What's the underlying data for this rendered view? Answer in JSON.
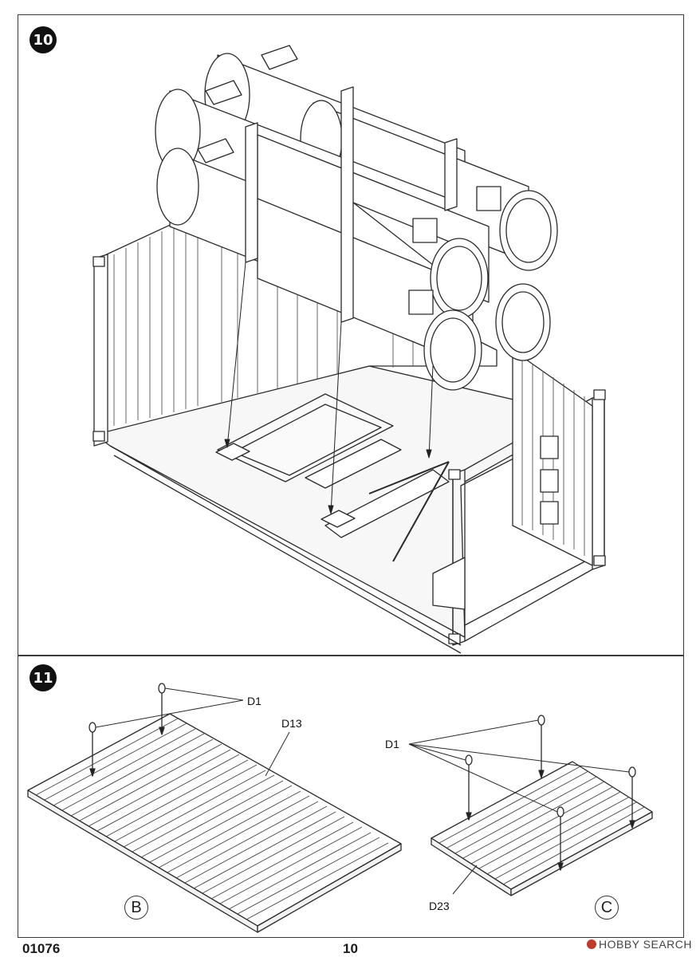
{
  "step10": {
    "number": "10"
  },
  "step11": {
    "number": "11",
    "left": {
      "part_pins": "D1",
      "part_panel": "D13",
      "view": "B"
    },
    "right": {
      "part_pins": "D1",
      "part_panel": "D23",
      "view": "C"
    }
  },
  "footer": {
    "catalog": "01076",
    "page": "10",
    "watermark": "HOBBY SEARCH"
  }
}
